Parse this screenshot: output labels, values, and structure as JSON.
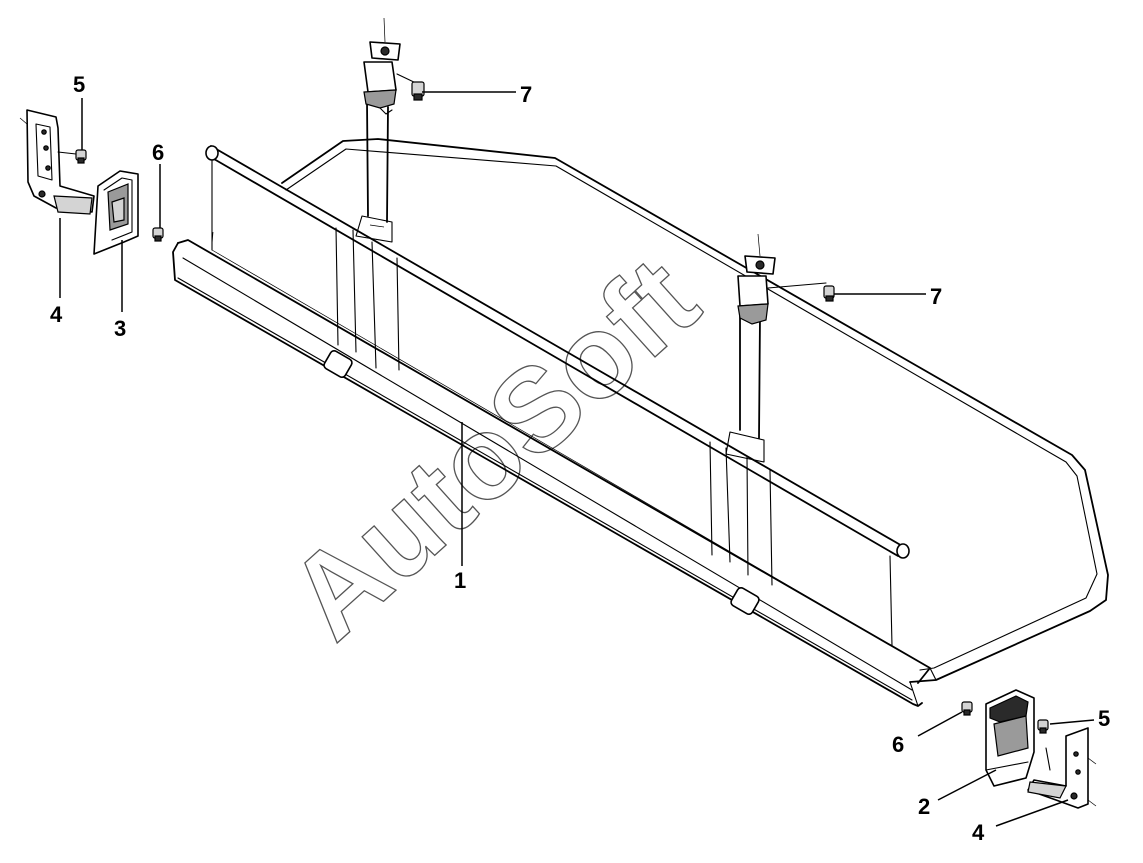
{
  "diagram": {
    "watermark": "AutoSoft",
    "callouts": [
      {
        "id": "c1",
        "label": "1"
      },
      {
        "id": "c2",
        "label": "2"
      },
      {
        "id": "c3",
        "label": "3"
      },
      {
        "id": "c4-left",
        "label": "4"
      },
      {
        "id": "c4-right",
        "label": "4"
      },
      {
        "id": "c5-left",
        "label": "5"
      },
      {
        "id": "c5-right",
        "label": "5"
      },
      {
        "id": "c6-left",
        "label": "6"
      },
      {
        "id": "c6-right",
        "label": "6"
      },
      {
        "id": "c7-top",
        "label": "7"
      },
      {
        "id": "c7-right",
        "label": "7"
      }
    ]
  }
}
